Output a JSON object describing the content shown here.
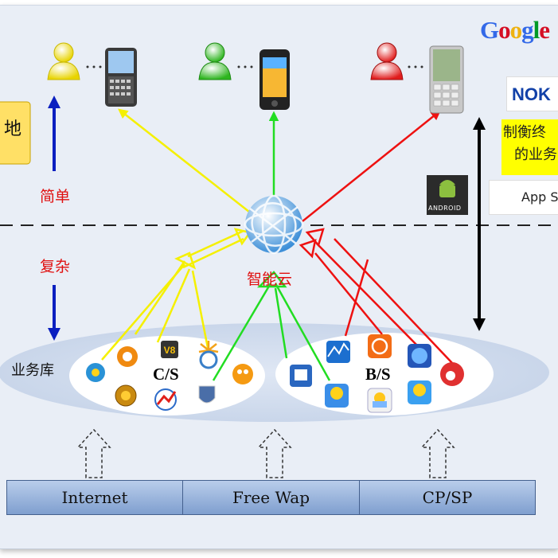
{
  "labels": {
    "simple": "简单",
    "complex": "复杂",
    "smart_cloud": "智能云",
    "business_library": "业务库",
    "cs": "C/S",
    "bs": "B/S",
    "local_fragment": "地",
    "balance_line1": "制衡终",
    "balance_line2": "的业务",
    "android": "ANDROID",
    "app_store": "App S",
    "google": "Google",
    "nokia": "NOK"
  },
  "bottom_bar": [
    "Internet",
    "Free Wap",
    "CP/SP"
  ],
  "users": [
    {
      "name": "user-yellow",
      "color": "#f2e21a"
    },
    {
      "name": "user-green",
      "color": "#49c13a"
    },
    {
      "name": "user-red",
      "color": "#e23a3a"
    }
  ],
  "arrow_colors": {
    "yellow": "#f5f000",
    "green": "#22dd22",
    "red": "#ee1111",
    "blue": "#0a1fc0"
  },
  "google_colors": [
    "#3369e8",
    "#d50f25",
    "#eeb211",
    "#3369e8",
    "#009925",
    "#d50f25"
  ]
}
